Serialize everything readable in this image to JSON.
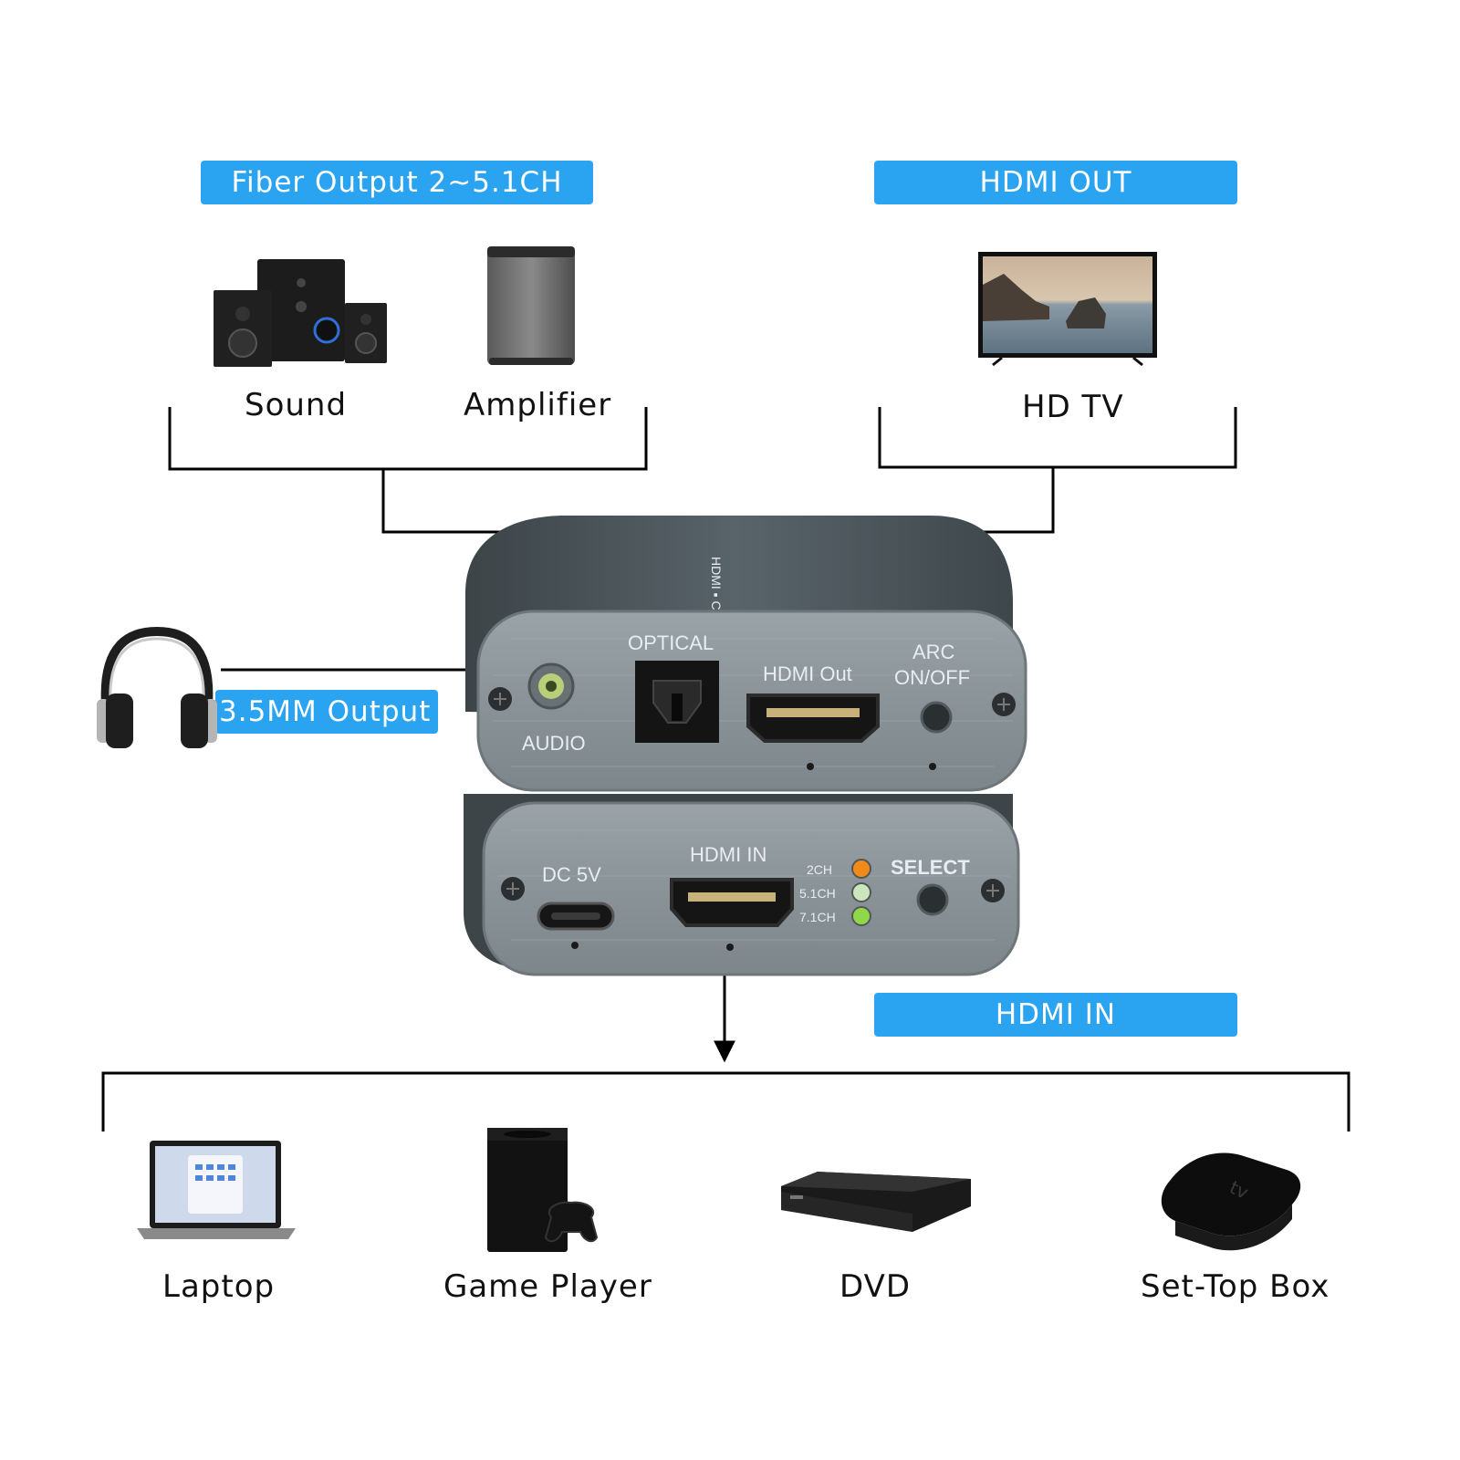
{
  "tags": {
    "fiber": "Fiber  Output 2~5.1CH",
    "hdmi_out": "HDMI OUT",
    "headphone": "3.5MM  Output",
    "hdmi_in": "HDMI IN"
  },
  "devices": {
    "sound": "Sound",
    "amplifier": "Amplifier",
    "hdtv": "HD TV",
    "laptop": "Laptop",
    "game_player": "Game Player",
    "dvd": "DVD",
    "settop": "Set-Top Box"
  },
  "panel_top": {
    "optical": "OPTICAL",
    "hdmi_out": "HDMI Out",
    "arc": "ARC",
    "arc_onoff": "ON/OFF",
    "audio": "AUDIO"
  },
  "panel_bottom": {
    "dc": "DC 5V",
    "hdmi_in": "HDMI IN",
    "select": "SELECT",
    "ch2": "2CH",
    "ch51": "5.1CH",
    "ch71": "7.1CH"
  },
  "settop_logo": "tv",
  "colors": {
    "accent": "#2aa3f0",
    "device_body": "#4c5559",
    "panel": "#8f989d",
    "led_2ch": "#f08a1a",
    "led_51ch": "#c9e8c0",
    "led_71ch": "#8fd84a"
  }
}
